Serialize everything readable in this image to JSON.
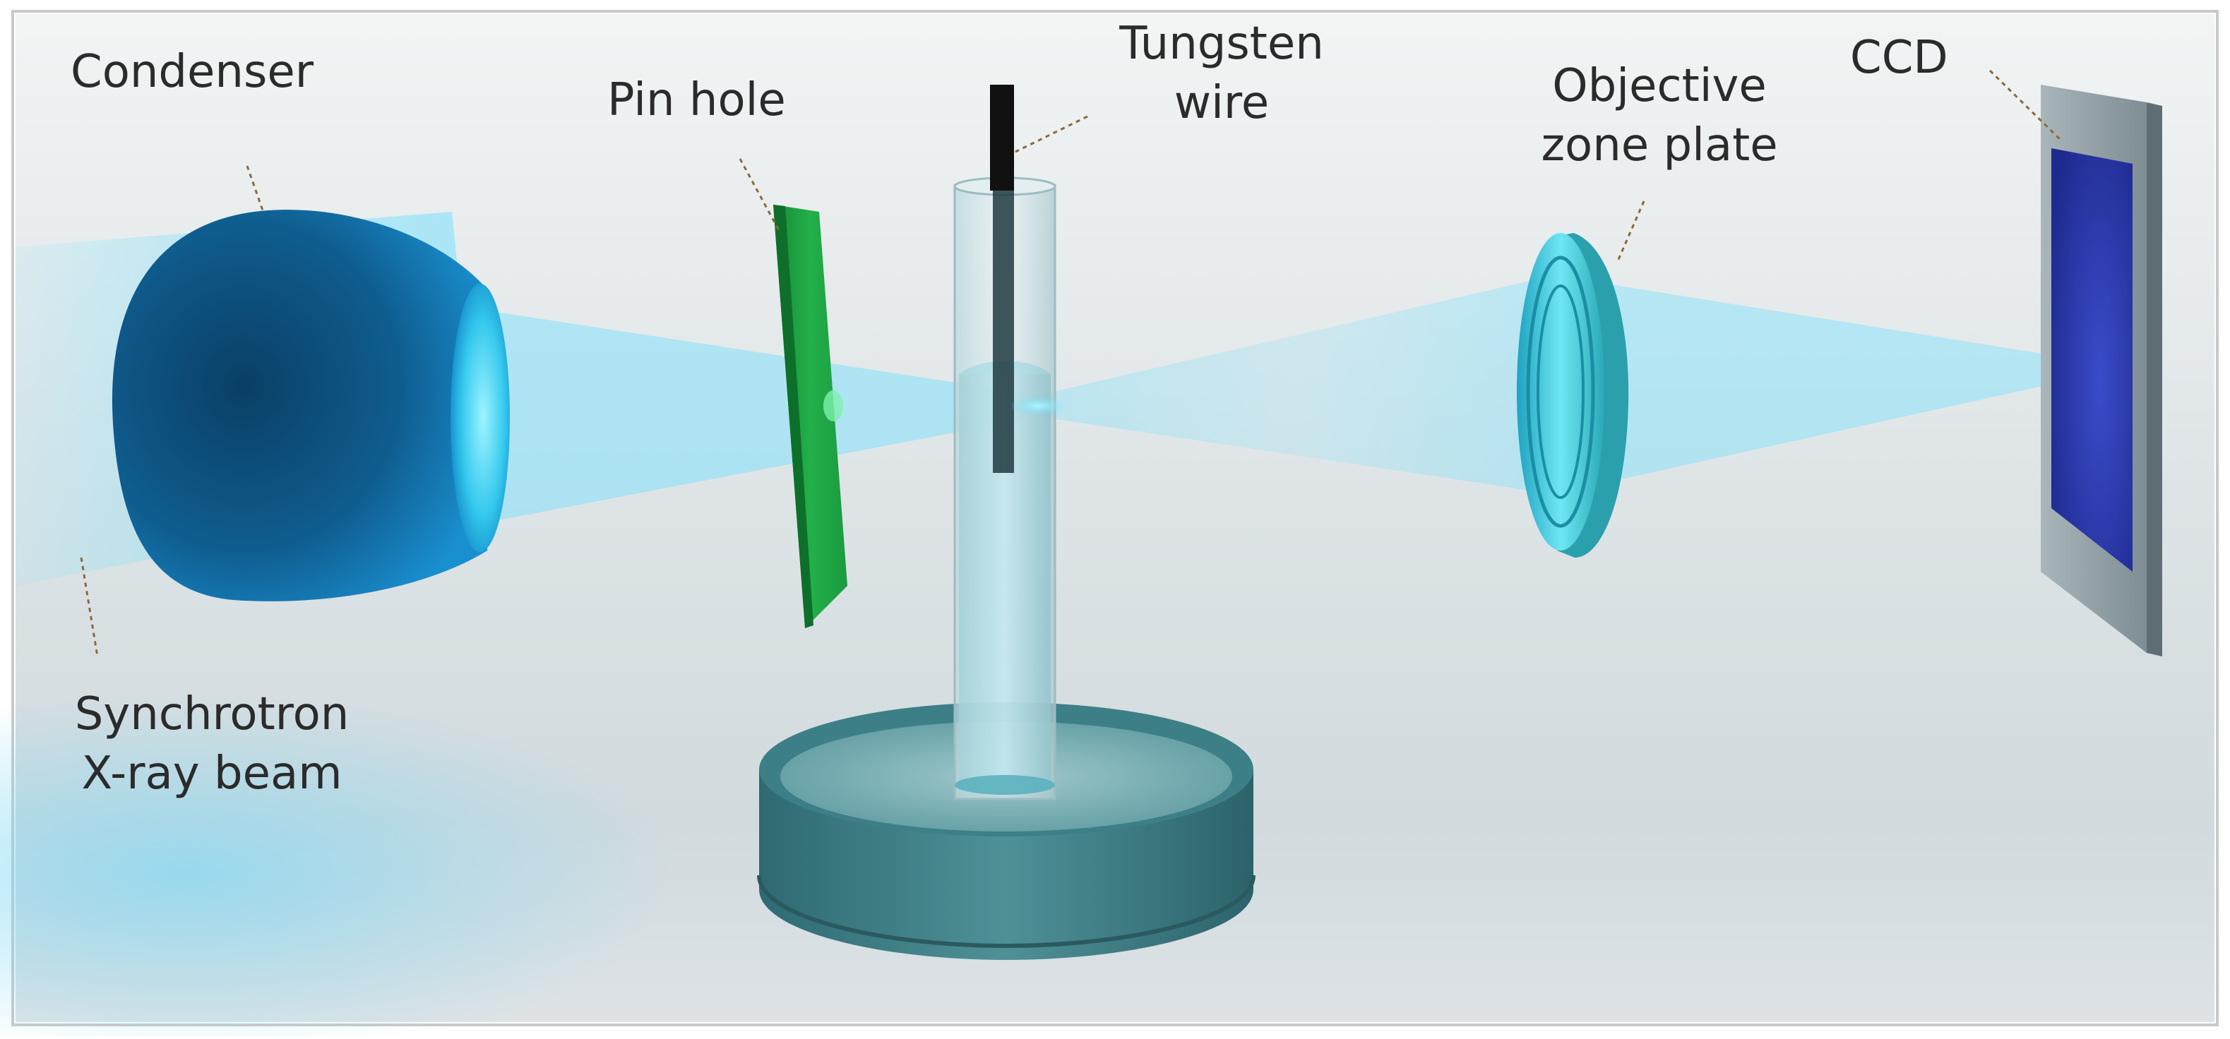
{
  "labels": {
    "condenser": "Condenser",
    "pin_hole": "Pin hole",
    "tungsten_wire": {
      "line1": "Tungsten",
      "line2": "wire"
    },
    "objective_zone_plate": {
      "line1": "Objective",
      "line2": "zone plate"
    },
    "ccd": "CCD",
    "synchrotron_beam": {
      "line1": "Synchrotron",
      "line2": "X-ray beam"
    }
  },
  "colors": {
    "background": "#dde3e6",
    "beam": "#6fe0ff",
    "condenser": "#0f5d8f",
    "pin_hole": "#23b04a",
    "capillary": "#8fd6e3",
    "tungsten_wire": "#111111",
    "dish": "#3d7f86",
    "zone_plate": "#35b9c9",
    "ccd_frame": "#8e9da4",
    "ccd_sensor": "#2a36a8"
  }
}
